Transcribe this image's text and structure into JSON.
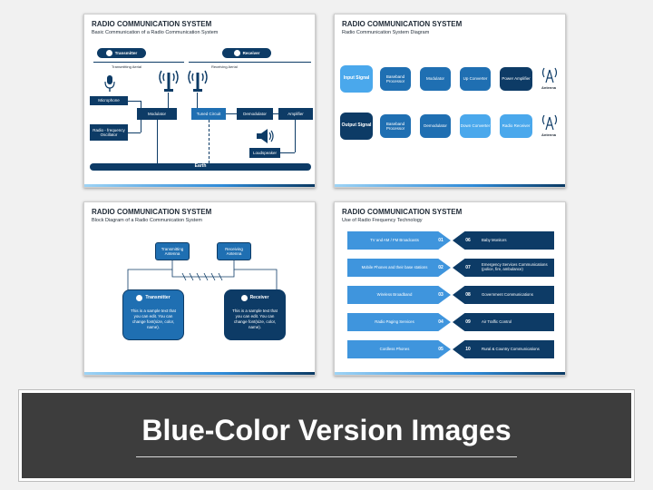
{
  "slides": [
    {
      "title": "RADIO COMMUNICATION SYSTEM",
      "subtitle": "Basic Communication of a Radio Communication System",
      "transmitter": "Transmitter",
      "receiver": "Receiver",
      "tx_aerial": "Transmitting Aerial",
      "rx_aerial": "Receiving Aerial",
      "microphone": "Microphone",
      "rf_osc": "Radio - frequency Oscillator",
      "modulator": "Modulator",
      "tuned": "Tuned Circuit",
      "demod": "Demodulator",
      "amplifier": "Amplifier",
      "loudspeaker": "Loudspeaker",
      "earth": "Earth"
    },
    {
      "title": "RADIO COMMUNICATION SYSTEM",
      "subtitle": "Radio Communication System Diagram",
      "row1": [
        "Input Signal",
        "Baseband Processor",
        "Modulator",
        "Up Converter",
        "Power Amplifier"
      ],
      "row2": [
        "Output Signal",
        "Baseband Processor",
        "Demodulator",
        "Down Converter",
        "Radio Receiver"
      ],
      "antenna": "Antenna"
    },
    {
      "title": "RADIO COMMUNICATION SYSTEM",
      "subtitle": "Block Diagram of a Radio Communication System",
      "tx_antenna": "Transmitting Antenna",
      "rx_antenna": "Receiving Antenna",
      "transmitter": "Transmitter",
      "receiver": "Receiver",
      "sample": "This is a sample text that you can edit. You can change font(size, color, name)."
    },
    {
      "title": "RADIO COMMUNICATION SYSTEM",
      "subtitle": "Use of Radio Frequency Technology",
      "left": [
        {
          "n": "01",
          "t": "TV and AM / FM Broadcasts"
        },
        {
          "n": "02",
          "t": "Mobile Phones and their base stations"
        },
        {
          "n": "03",
          "t": "Wireless Broadband"
        },
        {
          "n": "04",
          "t": "Radio Paging Services"
        },
        {
          "n": "05",
          "t": "Cordless Phones"
        }
      ],
      "right": [
        {
          "n": "06",
          "t": "Baby Monitors"
        },
        {
          "n": "07",
          "t": "Emergency Services Communications (police, fire, ambulance)"
        },
        {
          "n": "08",
          "t": "Government Communications"
        },
        {
          "n": "09",
          "t": "Air Traffic Control"
        },
        {
          "n": "10",
          "t": "Rural & Country Communications"
        }
      ]
    }
  ],
  "banner": {
    "title": "Blue-Color Version Images"
  },
  "colors": {
    "navy": "#0d3b66",
    "mid": "#1f6fb2",
    "light": "#4aa8ec",
    "banner": "#3d3d3d"
  }
}
